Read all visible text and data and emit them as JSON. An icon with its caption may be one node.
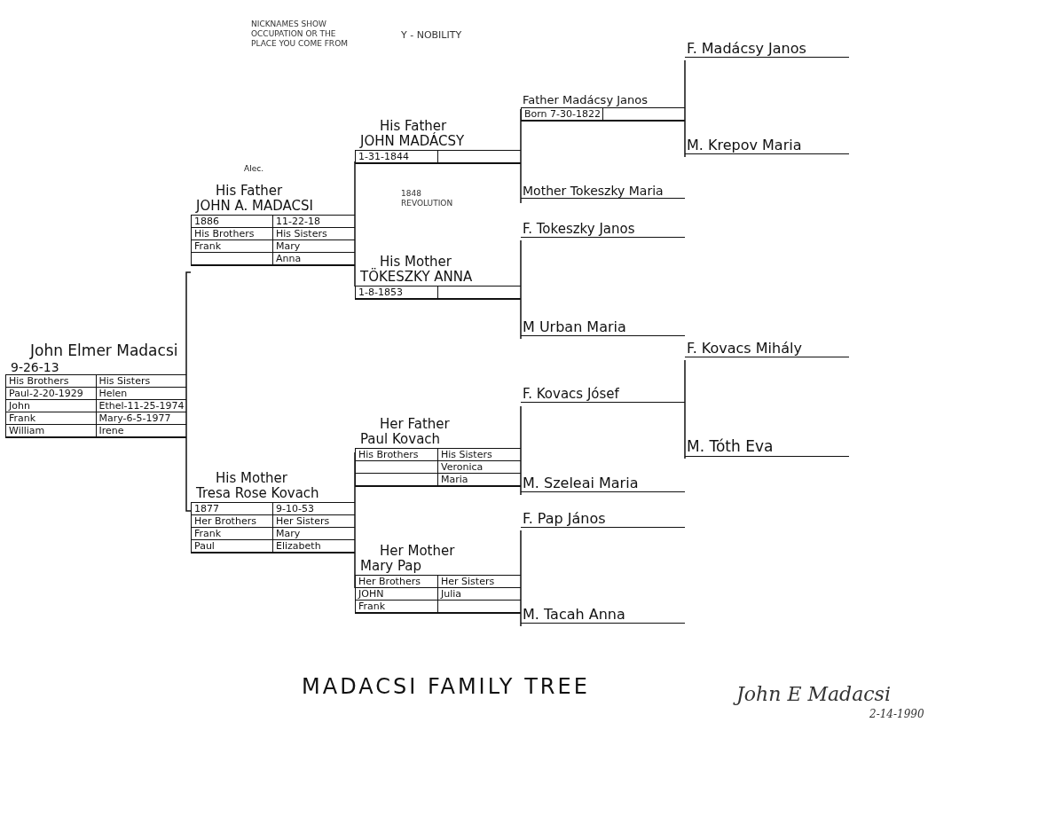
{
  "diagram": {
    "title": "MADACSI FAMILY TREE",
    "nodes": [
      {
        "text": [
          "John Elmer Madacsi",
          "9-26-13",
          "His Brothers",
          "His Sisters",
          "Paul-2-20-1929",
          "Helen",
          "John",
          "Ethel-11-25-1974",
          "Frank",
          "Mary-6-5-1977",
          "William",
          "Irene"
        ]
      },
      {
        "text": [
          "His Father",
          "JOHN A. MADACSI",
          "1886",
          "11-22-18",
          "His Brothers",
          "His Sisters",
          "Frank",
          "Mary",
          "Anna"
        ],
        "beside": [
          "Alec."
        ]
      },
      {
        "text": [
          "His Mother",
          "Tresa Rose Kovach",
          "1877",
          "9-10-53",
          "Her Brothers",
          "Her Sisters",
          "Frank",
          "Mary",
          "Paul",
          "Elizabeth"
        ]
      },
      {
        "text": [
          "His Father",
          "JOHN MADÁCSY",
          "1-31-1844"
        ]
      },
      {
        "text": [
          "His Mother",
          "TÖKESZKY ANNA",
          "1-8-1853"
        ]
      },
      {
        "text": [
          "Her Father",
          "Paul Kovach",
          "His Brothers",
          "His Sisters",
          "Veronica",
          "Maria"
        ]
      },
      {
        "text": [
          "Her Mother",
          "Mary Pap",
          "Her Brothers",
          "Her Sisters",
          "JOHN",
          "Julia",
          "Frank"
        ]
      },
      {
        "text": [
          "Father Madácsy Janos",
          "Born 7-30-1822"
        ]
      },
      {
        "text": [
          "Mother Tokeszky Maria"
        ]
      },
      {
        "text": [
          "F. Tokeszky Janos"
        ]
      },
      {
        "text": [
          "M Urban Maria"
        ]
      },
      {
        "text": [
          "F. Kovacs Jósef"
        ]
      },
      {
        "text": [
          "M. Szeleai Maria"
        ]
      },
      {
        "text": [
          "F. Pap János"
        ]
      },
      {
        "text": [
          "M. Tacah Anna"
        ]
      },
      {
        "text": [
          "F. Madácsy Janos"
        ]
      },
      {
        "text": [
          "M. Krepov Maria"
        ]
      },
      {
        "text": [
          "F. Kovacs Mihály"
        ]
      },
      {
        "text": [
          "M. Tóth Eva"
        ]
      }
    ],
    "edges": [
      {
        "from": 0,
        "to": 1,
        "arrow": "none"
      },
      {
        "from": 0,
        "to": 2,
        "arrow": "none"
      },
      {
        "from": 1,
        "to": 3,
        "arrow": "none"
      },
      {
        "from": 1,
        "to": 4,
        "arrow": "none"
      },
      {
        "from": 2,
        "to": 5,
        "arrow": "none"
      },
      {
        "from": 2,
        "to": 6,
        "arrow": "none"
      },
      {
        "from": 3,
        "to": 7,
        "arrow": "none"
      },
      {
        "from": 3,
        "to": 8,
        "arrow": "none"
      },
      {
        "from": 4,
        "to": 9,
        "arrow": "none"
      },
      {
        "from": 4,
        "to": 10,
        "arrow": "none"
      },
      {
        "from": 5,
        "to": 11,
        "arrow": "none"
      },
      {
        "from": 5,
        "to": 12,
        "arrow": "none"
      },
      {
        "from": 6,
        "to": 13,
        "arrow": "none"
      },
      {
        "from": 6,
        "to": 14,
        "arrow": "none"
      },
      {
        "from": 7,
        "to": 15,
        "arrow": "none"
      },
      {
        "from": 7,
        "to": 16,
        "arrow": "none"
      },
      {
        "from": 11,
        "to": 17,
        "arrow": "none"
      },
      {
        "from": 11,
        "to": 18,
        "arrow": "none"
      }
    ],
    "labels": [
      "NICKNAMES SHOW OCCUPATION OR THE PLACE YOU COME FROM",
      "Y - NOBILITY",
      "1848 REVOLUTION",
      "John E Madacsi",
      "2-14-1990"
    ]
  }
}
